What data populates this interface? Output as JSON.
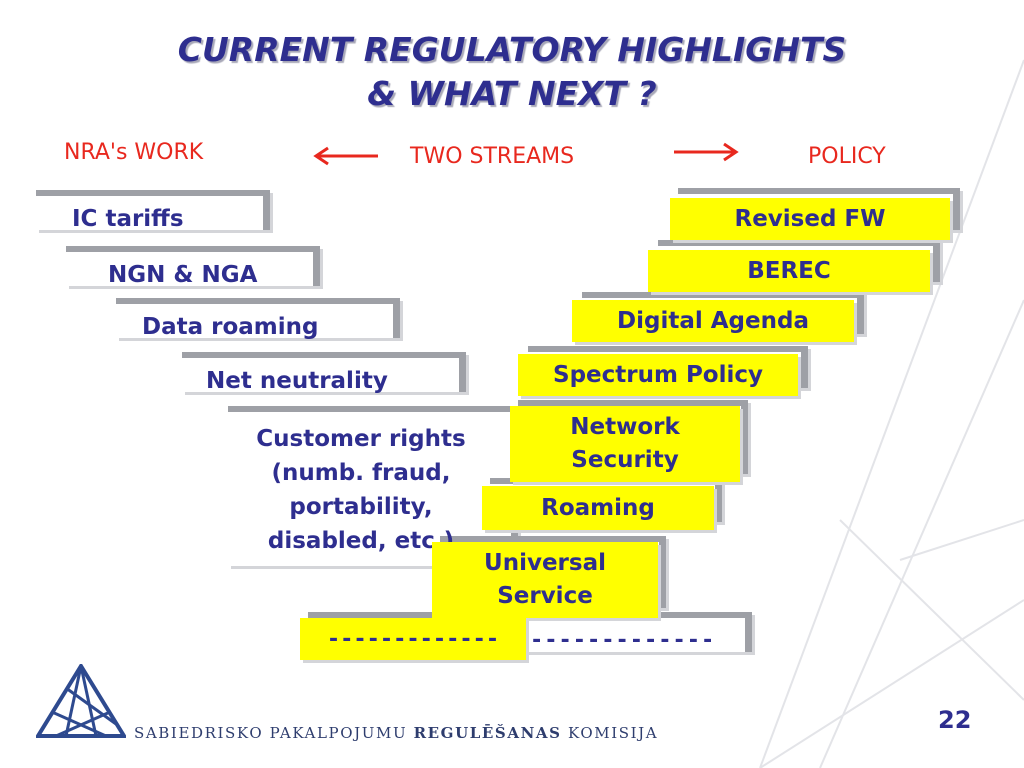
{
  "title": {
    "line1": "CURRENT REGULATORY HIGHLIGHTS",
    "line2": "& WHAT NEXT ?"
  },
  "header": {
    "left": "NRA's WORK",
    "center": "TWO STREAMS",
    "right": "POLICY"
  },
  "nra_items": [
    "IC tariffs",
    "NGN & NGA",
    "Data roaming",
    "Net neutrality"
  ],
  "customer_rights": {
    "line1": "Customer rights",
    "line2": "(numb. fraud,",
    "line3": "portability,",
    "line4": "disabled, etc.)"
  },
  "policy_items": [
    "Revised FW",
    "BEREC",
    "Digital Agenda",
    "Spectrum Policy",
    "Network Security",
    "Roaming",
    "Universal Service"
  ],
  "bottom": {
    "left_dashes": "-------------",
    "right_dashes": "-------------"
  },
  "footer": {
    "org_part1": "SABIEDRISKO PAKALPOJUMU",
    "org_part2": "REGULĒŠANAS",
    "org_part3": "KOMISIJA",
    "page_number": "22"
  },
  "colors": {
    "title": "#2e2e8f",
    "header_red": "#e8281e",
    "box_yellow": "#ffff00",
    "step_grey": "#9ea0a6"
  }
}
